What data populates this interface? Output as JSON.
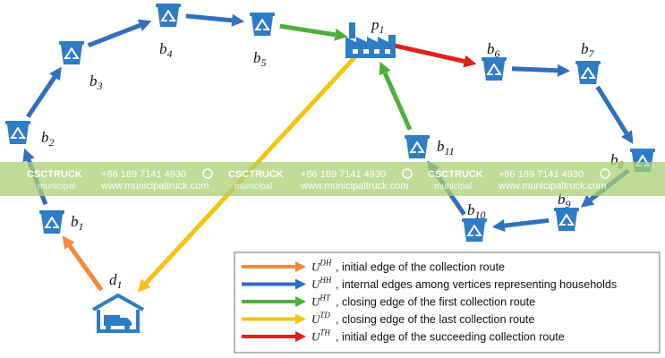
{
  "colors": {
    "household_internal": "#2f6fbd",
    "initial_edge": "#f28a3a",
    "closing_first": "#4caf3a",
    "closing_last": "#f5c313",
    "initial_succeeding": "#e0201b",
    "node_fill": "#2e7cc6",
    "watermark_band": "#a9cf72"
  },
  "nodes": {
    "b1": {
      "base": "b",
      "sub": "1",
      "icon": "recycle-bin-icon"
    },
    "b2": {
      "base": "b",
      "sub": "2",
      "icon": "recycle-bin-icon"
    },
    "b3": {
      "base": "b",
      "sub": "3",
      "icon": "recycle-bin-icon"
    },
    "b4": {
      "base": "b",
      "sub": "4",
      "icon": "recycle-bin-icon"
    },
    "b5": {
      "base": "b",
      "sub": "5",
      "icon": "recycle-bin-icon"
    },
    "b6": {
      "base": "b",
      "sub": "6",
      "icon": "recycle-bin-icon"
    },
    "b7": {
      "base": "b",
      "sub": "7",
      "icon": "recycle-bin-icon"
    },
    "b8": {
      "base": "b",
      "sub": "8",
      "icon": "recycle-bin-icon"
    },
    "b9": {
      "base": "b",
      "sub": "9",
      "icon": "recycle-bin-icon"
    },
    "b10": {
      "base": "b",
      "sub": "10",
      "icon": "recycle-bin-icon"
    },
    "b11": {
      "base": "b",
      "sub": "11",
      "icon": "recycle-bin-icon"
    },
    "p1": {
      "base": "p",
      "sub": "1",
      "icon": "factory-icon"
    },
    "d1": {
      "base": "d",
      "sub": "1",
      "icon": "truck-depot-icon"
    }
  },
  "legend": [
    {
      "sym": "U",
      "sup": "DH",
      "text": ", initial edge of the collection route",
      "color": "#f28a3a"
    },
    {
      "sym": "U",
      "sup": "HH",
      "text": ", internal edges among vertices representing households",
      "color": "#2f6fbd"
    },
    {
      "sym": "U",
      "sup": "HT",
      "text": ", closing edge of the first collection route",
      "color": "#4caf3a"
    },
    {
      "sym": "U",
      "sup": "TD",
      "text": ", closing edge of the last collection route",
      "color": "#f5c313"
    },
    {
      "sym": "U",
      "sup": "TH",
      "text": ", initial edge of the succeeding collection route",
      "color": "#e0201b"
    }
  ],
  "watermark": {
    "brand": "CSCTRUCK",
    "sub": "municipal",
    "phone": "+86 189 7141 4930",
    "site": "www.municipaltruck.com",
    "phone_icon": "whatsapp-icon"
  }
}
